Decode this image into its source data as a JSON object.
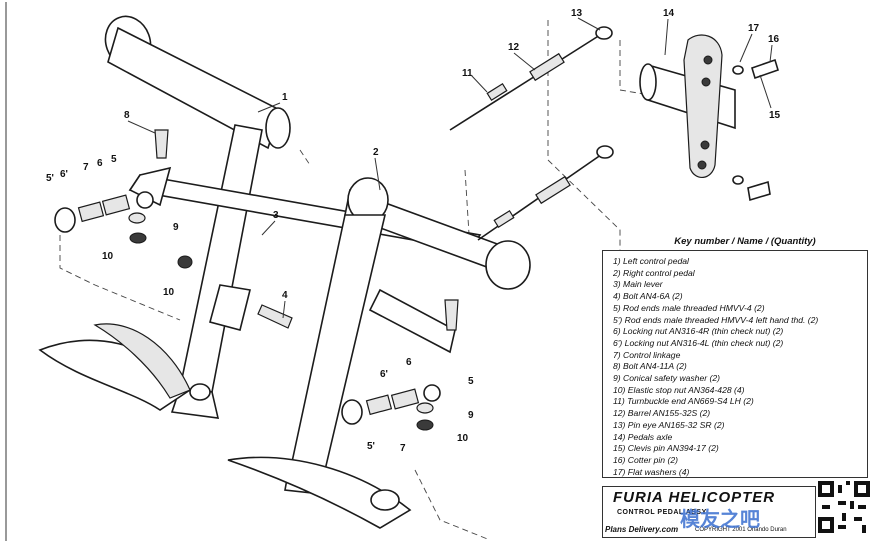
{
  "callouts": {
    "n1": "1",
    "n2": "2",
    "n3": "3",
    "n4": "4",
    "n5a": "5",
    "n5b": "5",
    "n5p_a": "5'",
    "n5p_b": "5'",
    "n6a": "6",
    "n6b": "6",
    "n6p_a": "6'",
    "n6p_b": "6'",
    "n7a": "7",
    "n7b": "7",
    "n8": "8",
    "n9a": "9",
    "n9b": "9",
    "n10a": "10",
    "n10b": "10",
    "n10c": "10",
    "n11": "11",
    "n12": "12",
    "n13": "13",
    "n14": "14",
    "n15": "15",
    "n16": "16",
    "n17": "17"
  },
  "key": {
    "title": "Key number / Name / (Quantity)",
    "items": [
      "1) Left control pedal",
      "2) Right control pedal",
      "3) Main lever",
      "4) Bolt AN4-6A (2)",
      "5) Rod ends male threaded HMVV-4 (2)",
      "5') Rod ends male threaded HMVV-4 left hand thd. (2)",
      "6) Locking nut AN316-4R (thin check nut) (2)",
      "6') Locking nut AN316-4L (thin check nut) (2)",
      "7) Control linkage",
      "8) Bolt AN4-11A (2)",
      "9) Conical safety washer (2)",
      "10) Elastic stop nut AN364-428 (4)",
      "11) Turnbuckle end AN669-S4 LH (2)",
      "12) Barrel AN155-32S (2)",
      "13) Pin eye AN165-32 SR (2)",
      "14) Pedals axle",
      "15) Clevis pin AN394-17 (2)",
      "16) Cotter pin (2)",
      "17) Flat washers (4)"
    ]
  },
  "title_block": {
    "brand": "FURIA HELICOPTER",
    "subtitle": "CONTROL PEDAL ASSY",
    "plans": "Plans Delivery.com",
    "copyright": "COPYRIGHT 2001 Orlando Duran"
  },
  "watermark": "模友之吧"
}
